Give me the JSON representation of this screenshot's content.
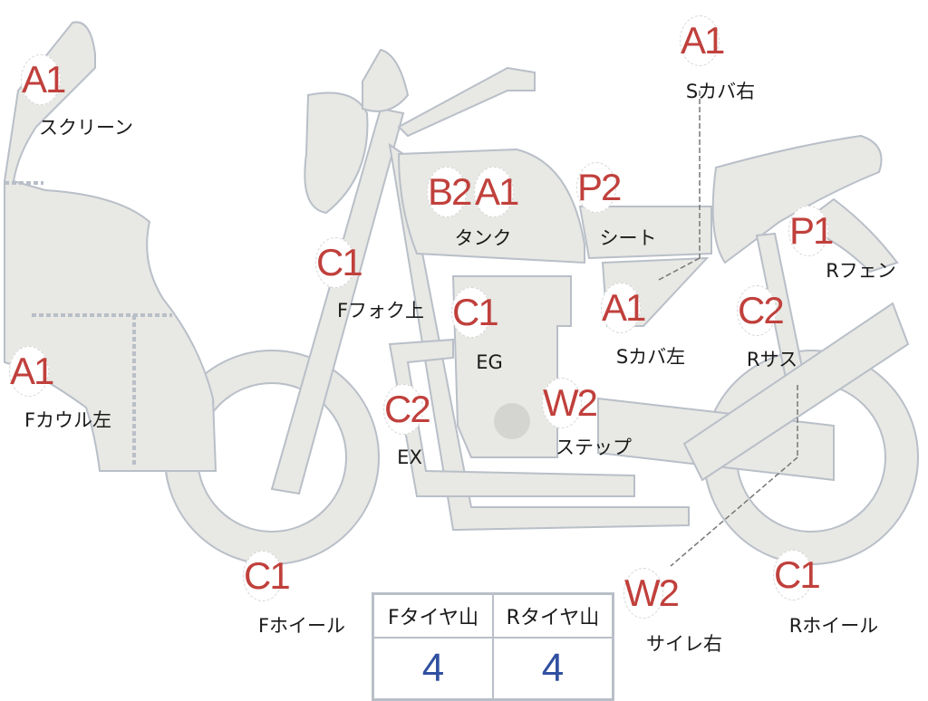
{
  "colors": {
    "part_fill": "#e8e8e4",
    "part_stroke": "#b9bfc8",
    "grade": "#c0403c",
    "tire_value": "#3050a0"
  },
  "parts": [
    {
      "grades": [
        "A1"
      ],
      "name": "スクリーン"
    },
    {
      "grades": [
        "A1"
      ],
      "name": "Fカウル左"
    },
    {
      "grades": [
        "C1"
      ],
      "name": "Fフォク上"
    },
    {
      "grades": [
        "B2",
        "A1"
      ],
      "name": "タンク"
    },
    {
      "grades": [
        "P2"
      ],
      "name": "シート"
    },
    {
      "grades": [
        "A1"
      ],
      "name": "Sカバ右"
    },
    {
      "grades": [
        "P1"
      ],
      "name": "Rフェン"
    },
    {
      "grades": [
        "C1"
      ],
      "name": "EG"
    },
    {
      "grades": [
        "A1"
      ],
      "name": "Sカバ左"
    },
    {
      "grades": [
        "C2"
      ],
      "name": "Rサス"
    },
    {
      "grades": [
        "C2"
      ],
      "name": "EX"
    },
    {
      "grades": [
        "W2"
      ],
      "name": "ステップ"
    },
    {
      "grades": [
        "C1"
      ],
      "name": "Fホイール"
    },
    {
      "grades": [
        "W2"
      ],
      "name": "サイレ右"
    },
    {
      "grades": [
        "C1"
      ],
      "name": "Rホイール"
    }
  ],
  "tire_table": {
    "headers": [
      "Fタイヤ山",
      "Rタイヤ山"
    ],
    "values": [
      "4",
      "4"
    ]
  }
}
